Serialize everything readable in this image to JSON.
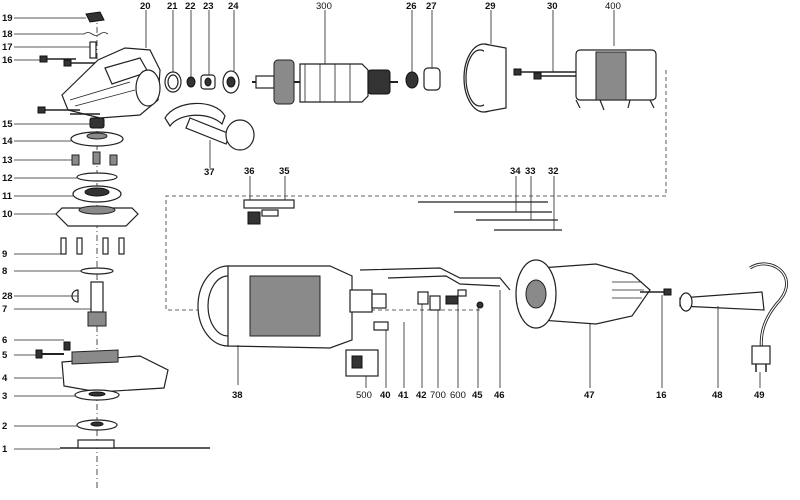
{
  "labels": {
    "p1": "1",
    "p2": "2",
    "p3": "3",
    "p4": "4",
    "p5": "5",
    "p6": "6",
    "p7": "7",
    "p8": "8",
    "p9": "9",
    "p10": "10",
    "p11": "11",
    "p12": "12",
    "p13": "13",
    "p14": "14",
    "p15": "15",
    "p16a": "16",
    "p16b": "16",
    "p17": "17",
    "p18": "18",
    "p19": "19",
    "p20": "20",
    "p21": "21",
    "p22": "22",
    "p23": "23",
    "p24": "24",
    "p26": "26",
    "p27": "27",
    "p28": "28",
    "p29": "29",
    "p30": "30",
    "p32": "32",
    "p33": "33",
    "p34": "34",
    "p35": "35",
    "p36": "36",
    "p37": "37",
    "p38": "38",
    "p40": "40",
    "p41": "41",
    "p42": "42",
    "p45": "45",
    "p46": "46",
    "p47": "47",
    "p48": "48",
    "p49": "49",
    "p300": "300",
    "p400": "400",
    "p500": "500",
    "p600": "600",
    "p700": "700"
  }
}
